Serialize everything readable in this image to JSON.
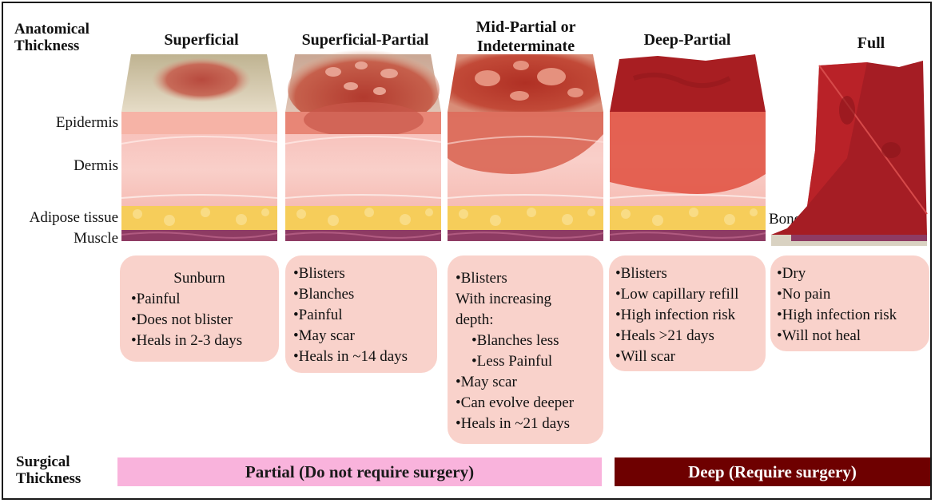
{
  "row_labels": {
    "anatomical": [
      "Anatomical",
      "Thickness"
    ],
    "surgical": [
      "Surgical",
      "Thickness"
    ]
  },
  "layers": {
    "epidermis": "Epidermis",
    "dermis": "Dermis",
    "adipose": "Adipose tissue",
    "muscle": "Muscle",
    "bone": "Bone"
  },
  "columns": [
    {
      "title": [
        "Superficial"
      ],
      "lines": [
        "Sunburn",
        "•Painful",
        "•Does not blister",
        "•Heals in 2-3 days"
      ]
    },
    {
      "title": [
        "Superficial-Partial"
      ],
      "lines": [
        "•Blisters",
        "•Blanches",
        "•Painful",
        "•May scar",
        "•Heals in ~14 days"
      ]
    },
    {
      "title": [
        "Mid-Partial or",
        "Indeterminate"
      ],
      "lines": [
        "•Blisters",
        "With increasing",
        "depth:",
        "•Blanches less",
        "•Less Painful",
        "•May scar",
        "•Can evolve deeper",
        "•Heals in ~21 days"
      ]
    },
    {
      "title": [
        "Deep-Partial"
      ],
      "lines": [
        "•Blisters",
        "•Low capillary refill",
        "•High infection risk",
        "•Heals >21 days",
        "•Will scar"
      ]
    },
    {
      "title": [
        "Full"
      ],
      "lines": [
        "•Dry",
        "•No pain",
        "•High infection risk",
        "•Will not heal"
      ]
    }
  ],
  "surgical_bars": {
    "partial": "Partial (Do not require surgery)",
    "deep": "Deep (Require surgery)"
  },
  "colors": {
    "partial_bar": "#f9b3dc",
    "deep_bar": "#6e0000",
    "text_box": "#f9d2cb"
  }
}
